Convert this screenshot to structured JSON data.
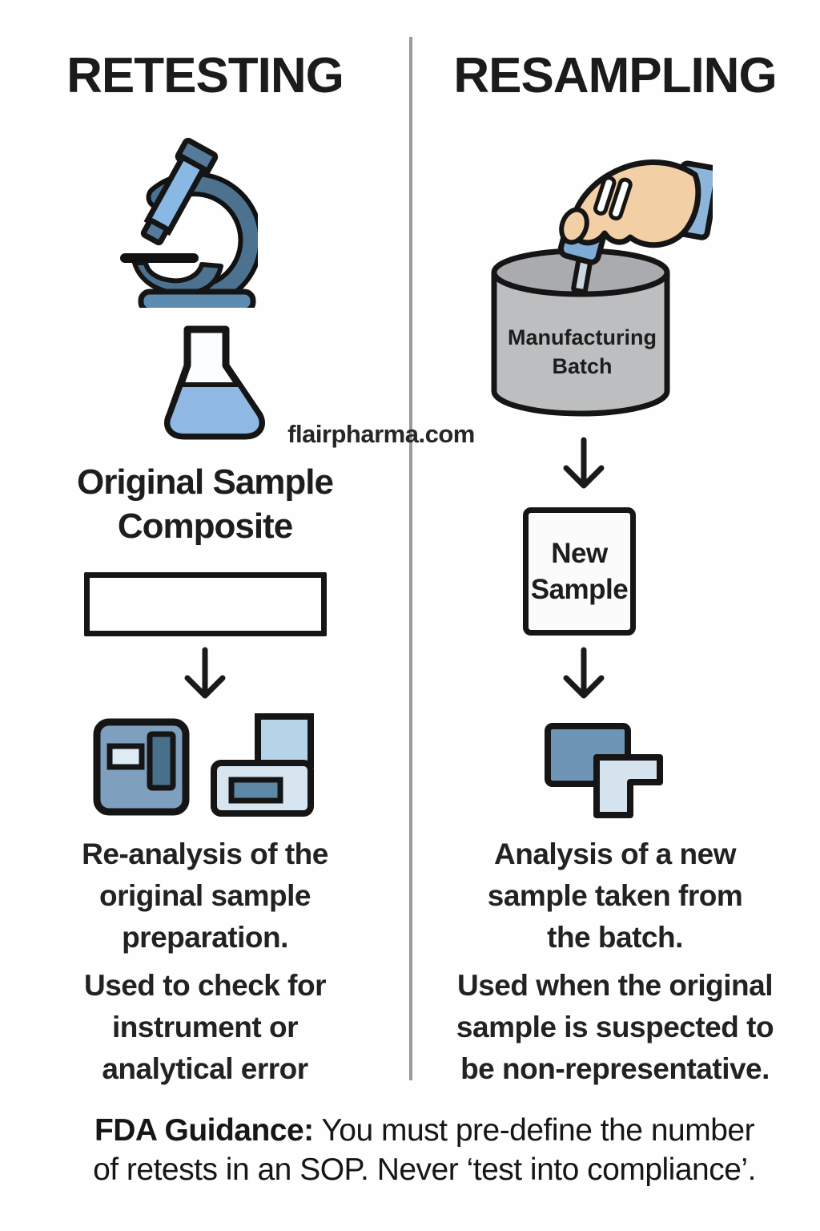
{
  "watermark": "flairpharma.com",
  "left": {
    "title": "RETESTING",
    "sample_lines": [
      "Original Sample",
      "Composite"
    ],
    "desc1_lines": [
      "Re-analysis of the",
      "original sample",
      "preparation."
    ],
    "desc2_lines": [
      "Used to check for",
      "instrument or",
      "analytical error"
    ]
  },
  "right": {
    "title": "RESAMPLING",
    "batch_lines": [
      "Manufacturing",
      "Batch"
    ],
    "box_lines": [
      "New",
      "Sample"
    ],
    "desc1_lines": [
      "Analysis of a new",
      "sample taken from",
      "the batch."
    ],
    "desc2_lines": [
      "Used when the original",
      "sample is suspected to",
      "be non-representative."
    ]
  },
  "footer": {
    "label": "FDA Guidance:",
    "line1_rest": "You must pre-define the number",
    "line2": "of retests in an SOP. Never ‘test into compliance’."
  },
  "icons": {
    "left_column": [
      "microscope-icon",
      "flask-icon",
      "down-arrow-icon",
      "instrument-icons"
    ],
    "right_column": [
      "batch-sampling-icon",
      "down-arrow-icon",
      "new-sample-box",
      "down-arrow-icon",
      "sample-squares-icon"
    ]
  },
  "colors": {
    "outline": "#151515",
    "steel_blue": "#4c7290",
    "light_blue": "#8ab8e4",
    "pale_blue": "#d5e3ef",
    "cylinder_gray": "#bcbec0",
    "skin": "#f3cfa6",
    "divider_gray": "#9b9b9b"
  }
}
